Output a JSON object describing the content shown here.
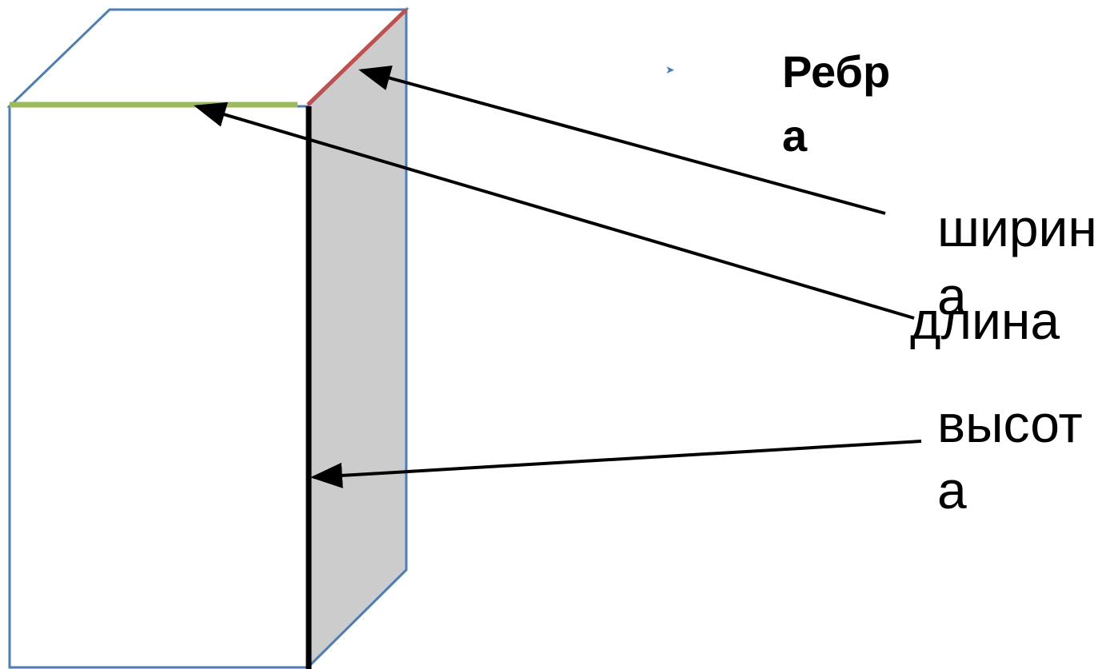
{
  "colors": {
    "outline": "#4a7ebb",
    "length_edge": "#9bbb59",
    "width_edge": "#c0504d",
    "height_edge": "#000000",
    "side_face": "#cccccc",
    "arrow": "#000000"
  },
  "bullet_icon": "arrow-bullet-icon",
  "title": {
    "line1": "Ребр",
    "line2": "а"
  },
  "labels": {
    "width": {
      "line1": "ширин",
      "line2": "а"
    },
    "length": "длина",
    "height": {
      "line1": "высот",
      "line2": "а"
    }
  }
}
